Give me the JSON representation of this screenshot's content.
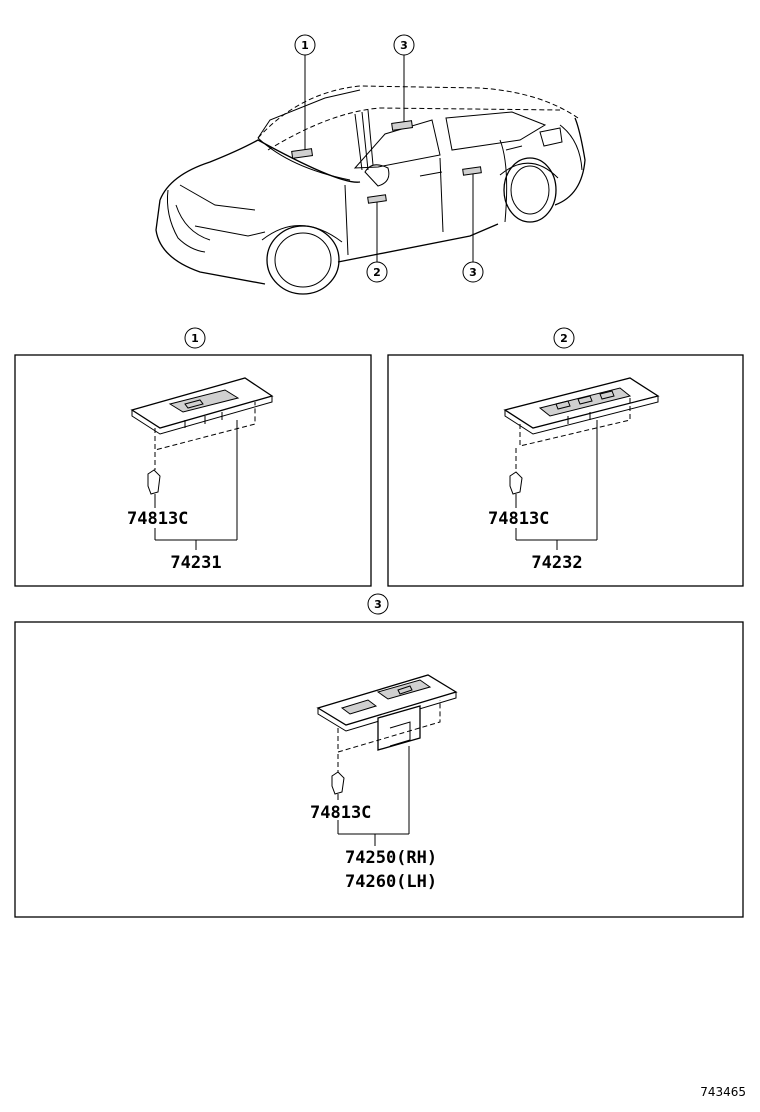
{
  "callouts": {
    "c1": "1",
    "c2": "2",
    "c3": "3"
  },
  "panel1": {
    "clip_part": "74813C",
    "switch_part": "74231"
  },
  "panel2": {
    "clip_part": "74813C",
    "switch_part": "74232"
  },
  "panel3": {
    "clip_part": "74813C",
    "switch_part_rh": "74250(RH)",
    "switch_part_lh": "74260(LH)"
  },
  "figure_code": "743465"
}
